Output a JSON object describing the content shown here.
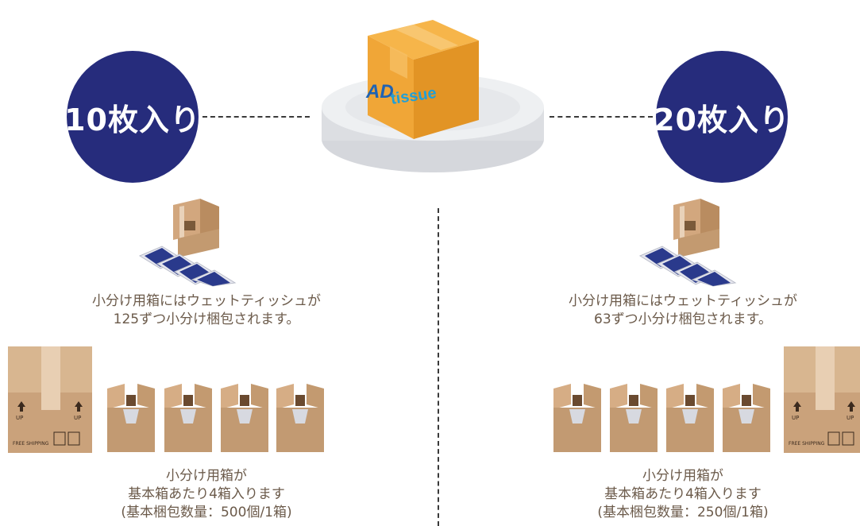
{
  "left": {
    "badge": "10枚入り",
    "subpack_line1": "小分け用箱にはウェットティッシュが",
    "subpack_line2": "125ずつ小分け梱包されます。",
    "box_line1": "小分け用箱が",
    "box_line2": "基本箱あたり4箱入ります",
    "box_line3": "(基本梱包数量：500個/1箱)"
  },
  "right": {
    "badge": "20枚入り",
    "subpack_line1": "小分け用箱にはウェットティッシュが",
    "subpack_line2": "63ずつ小分け梱包されます。",
    "box_line1": "小分け用箱が",
    "box_line2": "基本箱あたり4箱入ります",
    "box_line3": "(基本梱包数量：250個/1箱)"
  },
  "center": {
    "brand_a": "AD",
    "brand_b": "tissue"
  },
  "carton": {
    "up_label": "UP",
    "shipping_label": "FREE SHIPPING"
  },
  "colors": {
    "badge": "#262c7c",
    "text": "#6b5a4a",
    "carton": "#c9a17a",
    "box_top": "#f0a637",
    "brand": "#1f63b4"
  }
}
